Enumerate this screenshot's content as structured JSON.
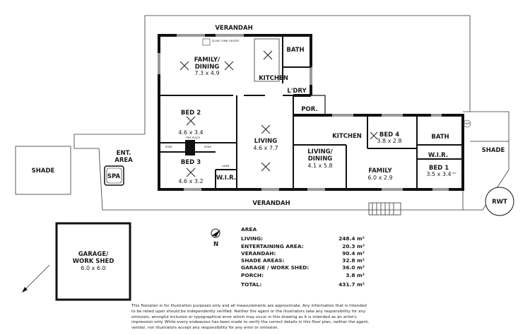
{
  "rooms": {
    "verandah_top": "VERANDAH",
    "verandah_bottom": "VERANDAH",
    "family_dining": {
      "name1": "FAMILY/",
      "name2": "DINING",
      "dims": "7.3 x 4.9"
    },
    "kitchen_main": "KITCHEN",
    "bath_main": "BATH",
    "laundry": "L'DRY",
    "porch": "POR.",
    "bed2": {
      "name": "BED 2",
      "dims": "4.6 x 3.4"
    },
    "bed3": {
      "name": "BED 3",
      "dims": "4.6 x 3.2"
    },
    "living": {
      "name": "LIVING",
      "dims": "4.6 x 7.7"
    },
    "wir_left": "W.I.R.",
    "living_dining": {
      "name1": "LIVING/",
      "name2": "DINING",
      "dims": "4.1 x 5.8"
    },
    "kitchen_east": "KITCHEN",
    "bed4": {
      "name": "BED 4",
      "dims": "3.8 x 2.8"
    },
    "bath_east": "BATH",
    "wir_east": "W.I.R.",
    "bed1": {
      "name": "BED 1",
      "dims": "3.5 x 3.4"
    },
    "family": {
      "name": "FAMILY",
      "dims": "6.0 x 2.9"
    },
    "ent_area": {
      "name1": "ENT.",
      "name2": "AREA"
    },
    "spa": "SPA",
    "shade_left": "SHADE",
    "shade_right": "SHADE",
    "rwt": "RWT",
    "garage": {
      "name1": "GARAGE/",
      "name2": "WORK SHED",
      "dims": "6.0 x 6.0"
    }
  },
  "fixtures": {
    "heater": "SLOW COMB. HEATER",
    "robe": "ROBE",
    "fireplace": "FIRE PLACE",
    "linen": "LINEN",
    "ac": "A/C",
    "hws": "HWS"
  },
  "compass": "N",
  "area": {
    "title": "AREA",
    "rows": [
      {
        "label": "LIVING:",
        "value": "248.4 m²"
      },
      {
        "label": "ENTERTAINING AREA:",
        "value": "20.3 m²"
      },
      {
        "label": "VERANDAH:",
        "value": "90.4 m²"
      },
      {
        "label": "SHADE AREAS:",
        "value": "32.8 m²"
      },
      {
        "label": "GARAGE / WORK SHED:",
        "value": "36.0 m²"
      },
      {
        "label": "PORCH:",
        "value": "3.8 m²"
      }
    ],
    "total_label": "TOTAL:",
    "total_value": "431.7 m²"
  },
  "disclaimer": "This floorplan is for illustration purposes only and all measurements are approximate. Any information that is intended to be relied upon should be independently verified. Neither the agent or the illustrators take any responsibility for any omission, wrongful inclusion or typographical error which may occur in this drawing as it is intended as an artist's impression only. While every endeavour has been made to verify the correct details in this floor plan, neither the agent, vendor, nor illustrators accept any responsibility for any error or omission."
}
